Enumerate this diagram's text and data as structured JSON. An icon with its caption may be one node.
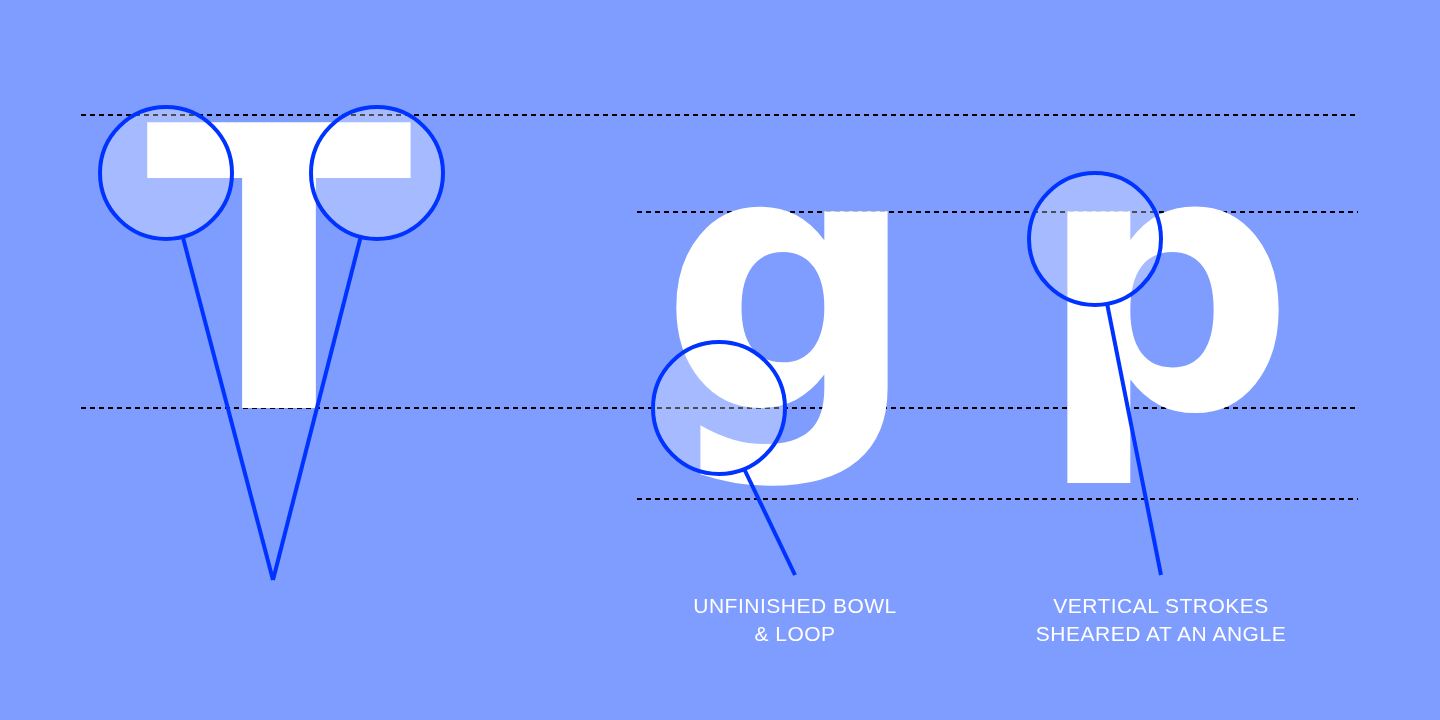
{
  "diagram": {
    "nodes": [
      {
        "text": [],
        "shape": "circle"
      },
      {
        "text": [],
        "shape": "circle"
      },
      {
        "text": [],
        "shape": "circle"
      },
      {
        "text": [],
        "shape": "circle"
      },
      {
        "text": [
          "UNFINISHED BOWL & LOOP"
        ]
      },
      {
        "text": [
          "VERTICAL STROKES SHEARED AT AN ANGLE"
        ]
      }
    ],
    "edges": [
      {
        "from": 0,
        "to": null,
        "arrow": "none"
      },
      {
        "from": 1,
        "to": null,
        "arrow": "none"
      },
      {
        "from": 4,
        "to": 2,
        "arrow": "none"
      },
      {
        "from": 5,
        "to": 3,
        "arrow": "none"
      }
    ],
    "labels": [
      "T",
      "g",
      "p"
    ]
  }
}
